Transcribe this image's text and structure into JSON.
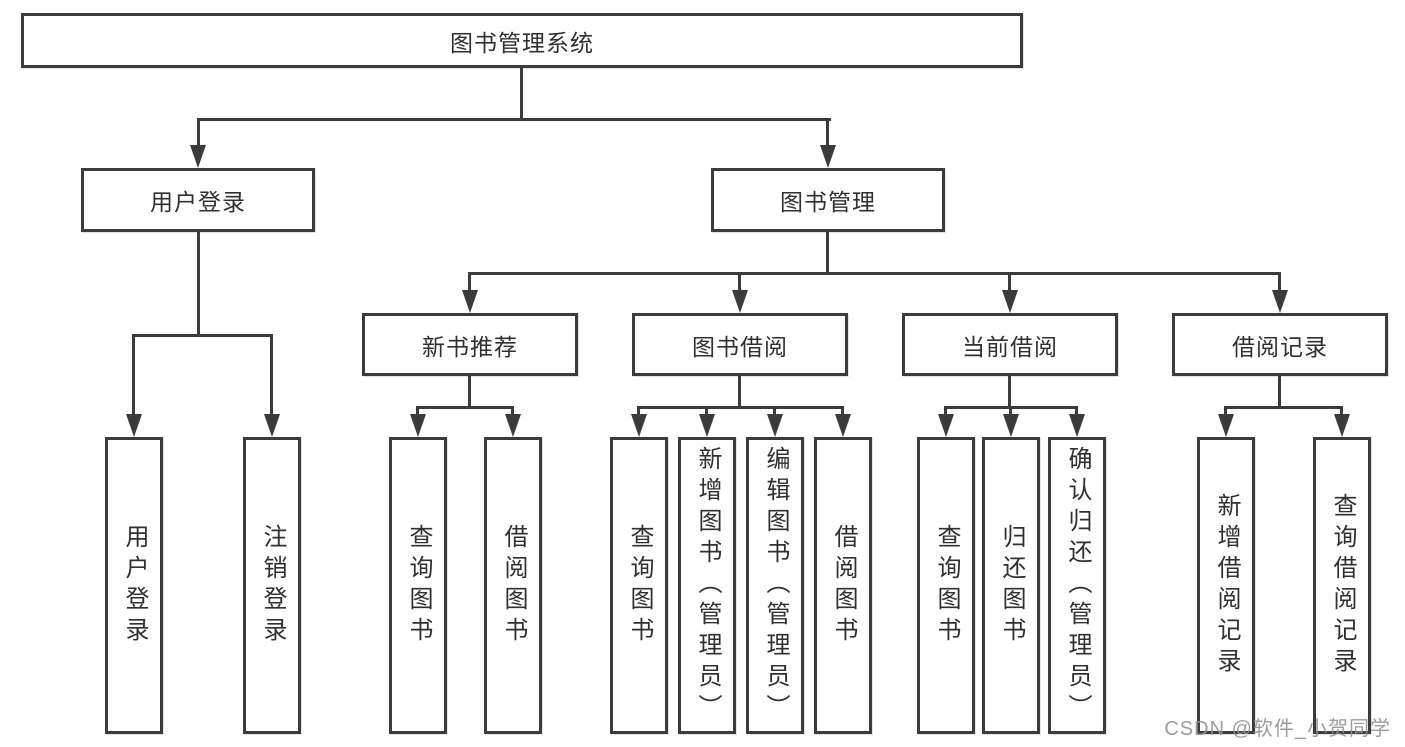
{
  "diagram": {
    "title": "图书管理系统",
    "level2": {
      "user_login": "用户登录",
      "book_mgmt": "图书管理"
    },
    "level3": {
      "new_books": "新书推荐",
      "book_borrow": "图书借阅",
      "current_borrow": "当前借阅",
      "borrow_records": "借阅记录"
    },
    "leaves": {
      "user_login": [
        "用户登录",
        "注销登录"
      ],
      "new_books": [
        "查询图书",
        "借阅图书"
      ],
      "book_borrow": [
        "查询图书",
        "新增图书（管理员）",
        "编辑图书（管理员）",
        "借阅图书"
      ],
      "current_borrow": [
        "查询图书",
        "归还图书",
        "确认归还（管理员）"
      ],
      "borrow_records": [
        "新增借阅记录",
        "查询借阅记录"
      ]
    },
    "colors": {
      "line": "#3b3b3b",
      "text": "#303030",
      "watermark": "#949494"
    },
    "watermark": "CSDN @软件_小贺同学"
  }
}
